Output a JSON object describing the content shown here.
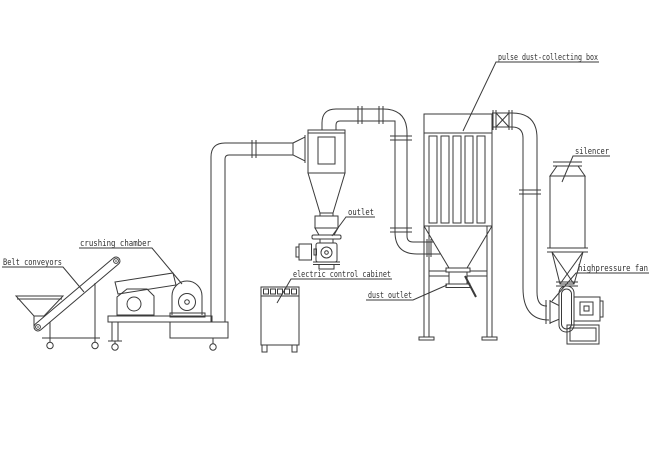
{
  "diagram": {
    "type": "process-flow-schematic",
    "line_color": "#3a3a3a",
    "background": "#ffffff",
    "labels": {
      "belt_conveyors": "Belt conveyors",
      "crushing_chamber": "crushing chamber",
      "outlet": "outlet",
      "electric_control_cabinet": "electric control cabinet",
      "pulse_dust_collecting_box": "pulse dust-collecting box",
      "dust_outlet": "dust outlet",
      "silencer": "silencer",
      "highpressure_fan": "highpressure fan"
    }
  }
}
